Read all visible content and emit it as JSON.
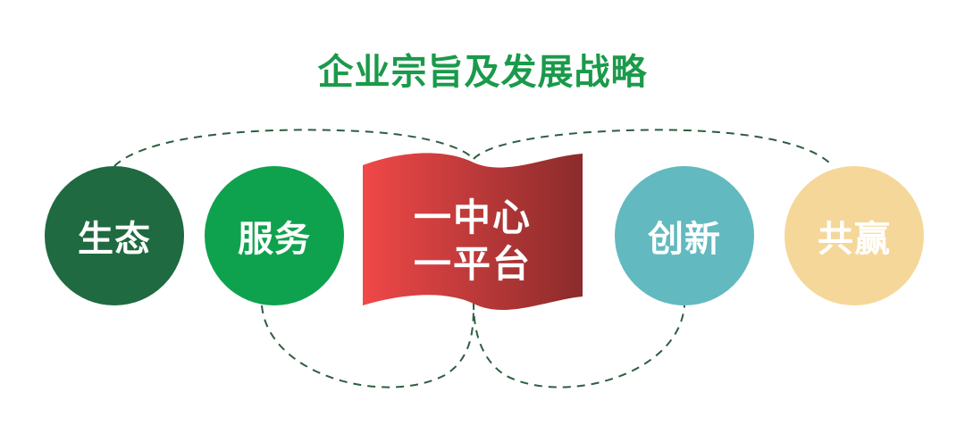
{
  "title": "企业宗旨及发展战略",
  "center": {
    "line1": "一中心",
    "line2": "一平台",
    "color_start": "#f04848",
    "color_end": "#8b2b2b"
  },
  "nodes": [
    {
      "label": "生态",
      "color": "#1f6a40"
    },
    {
      "label": "服务",
      "color": "#0fa24e"
    },
    {
      "label": "创新",
      "color": "#63b9c0"
    },
    {
      "label": "共赢",
      "color": "#f5d79a"
    }
  ],
  "connector_color": "#2d5e40",
  "title_color": "#1a9a4a"
}
